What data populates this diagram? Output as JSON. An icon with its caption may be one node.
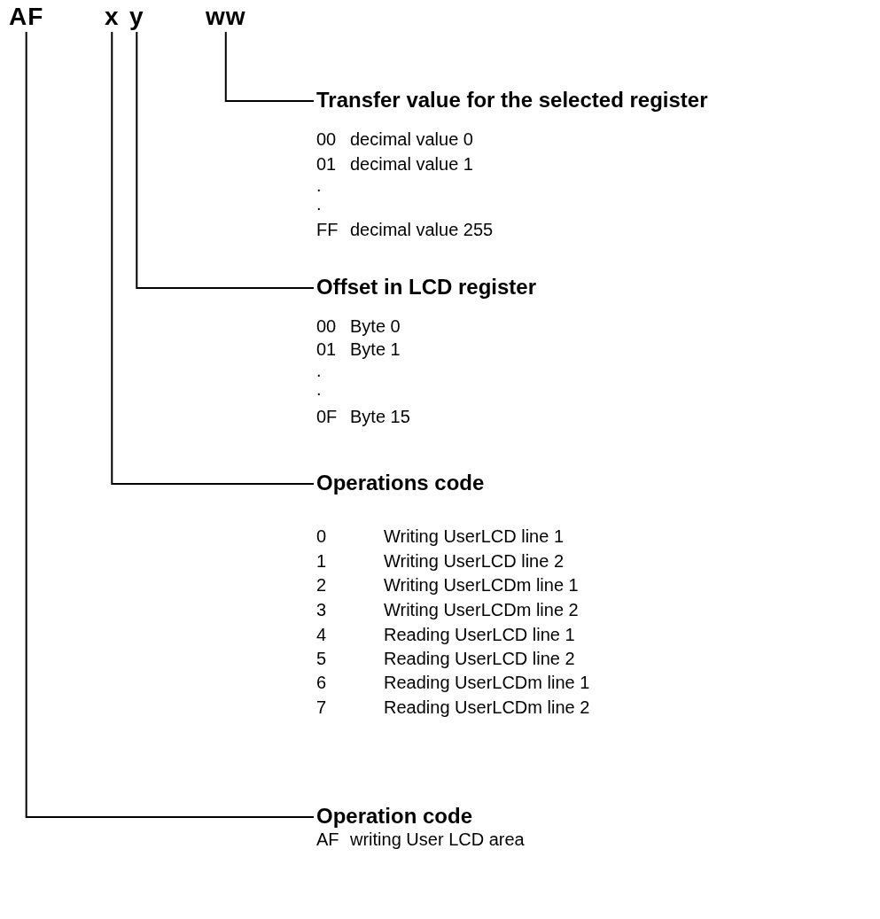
{
  "diagram": {
    "nodes": [
      {
        "text": [
          "AF"
        ]
      },
      {
        "text": [
          "x"
        ]
      },
      {
        "text": [
          "y"
        ]
      },
      {
        "text": [
          "ww"
        ]
      },
      {
        "text": [
          "Transfer value for the selected register"
        ]
      },
      {
        "text": [
          "Offset in LCD register"
        ]
      },
      {
        "text": [
          "Operations code"
        ]
      },
      {
        "text": [
          "Operation code"
        ]
      }
    ],
    "edges": [
      {
        "from": 3,
        "to": 4,
        "arrow": "none"
      },
      {
        "from": 2,
        "to": 5,
        "arrow": "none"
      },
      {
        "from": 1,
        "to": 6,
        "arrow": "none"
      },
      {
        "from": 0,
        "to": 7,
        "arrow": "none"
      }
    ],
    "labels": [
      "00",
      "decimal value 0",
      "01",
      "decimal value 1",
      ".",
      ".",
      "FF",
      "decimal value 255",
      "00",
      "Byte 0",
      "01",
      "Byte 1",
      ".",
      ".",
      "0F",
      "Byte 15",
      "0",
      "Writing UserLCD line 1",
      "1",
      "Writing UserLCD line 2",
      "2",
      "Writing UserLCDm line 1",
      "3",
      "Writing UserLCDm line 2",
      "4",
      "Reading UserLCD line 1",
      "5",
      "Reading UserLCD line 2",
      "6",
      "Reading UserLCDm line 1",
      "7",
      "Reading UserLCDm line 2",
      "AF",
      "writing User LCD area"
    ]
  }
}
